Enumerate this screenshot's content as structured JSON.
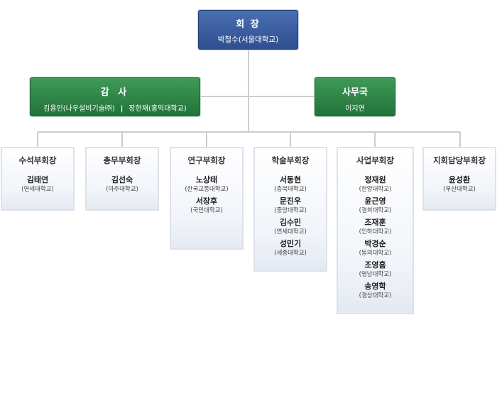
{
  "president": {
    "title": "회 장",
    "name": "박철수(서울대학교)"
  },
  "auditor": {
    "title": "감 사",
    "member1": "김용인(나우설비기술㈜)",
    "separator": "|",
    "member2": "장현재(홍익대학교)"
  },
  "secretariat": {
    "title": "사무국",
    "name": "이지연"
  },
  "columns": [
    {
      "title": "수석부회장",
      "members": [
        {
          "name": "김태연",
          "school": "(연세대학교)"
        }
      ]
    },
    {
      "title": "총무부회장",
      "members": [
        {
          "name": "김선숙",
          "school": "(아주대학교)"
        }
      ]
    },
    {
      "title": "연구부회장",
      "members": [
        {
          "name": "노상태",
          "school": "(한국교통대학교)"
        },
        {
          "name": "서장후",
          "school": "(국민대학교)"
        }
      ]
    },
    {
      "title": "학술부회장",
      "members": [
        {
          "name": "서동현",
          "school": "(충북대학교)"
        },
        {
          "name": "문진우",
          "school": "(중앙대학교)"
        },
        {
          "name": "김수민",
          "school": "(연세대학교)"
        },
        {
          "name": "성민기",
          "school": "(세종대학교)"
        }
      ]
    },
    {
      "title": "사업부회장",
      "members": [
        {
          "name": "정재원",
          "school": "(한양대학교)"
        },
        {
          "name": "윤근영",
          "school": "(경희대학교)"
        },
        {
          "name": "조재훈",
          "school": "(인하대학교)"
        },
        {
          "name": "박경순",
          "school": "(동의대학교)"
        },
        {
          "name": "조영흠",
          "school": "(영남대학교)"
        },
        {
          "name": "송영학",
          "school": "(경상대학교)"
        }
      ]
    },
    {
      "title": "지회담당부회장",
      "members": [
        {
          "name": "윤성환",
          "school": "(부산대학교)"
        }
      ]
    }
  ],
  "colors": {
    "president": "#3a5d9f",
    "green": "#2f8847",
    "connector": "#c9c9c9",
    "column_border": "#dde2ea"
  }
}
